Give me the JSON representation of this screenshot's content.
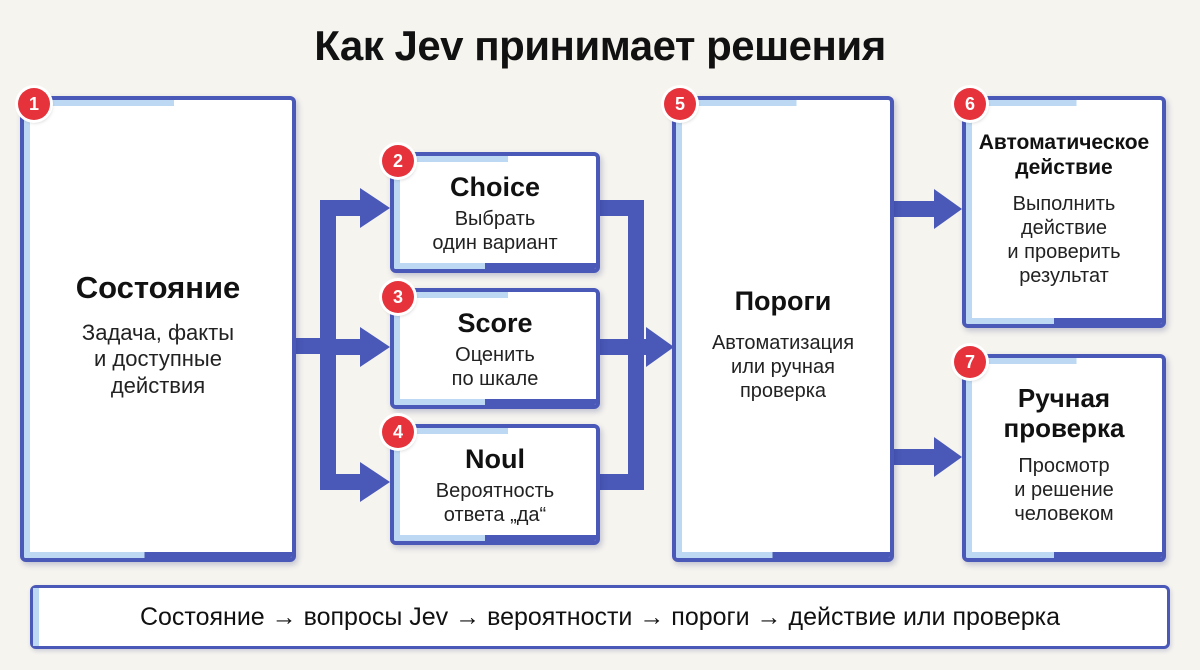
{
  "title": "Как Jev принимает решения",
  "colors": {
    "accent": "#4a58b8",
    "light": "#bcd8f2",
    "badge": "#e5323b",
    "background": "#f6f4ef"
  },
  "nodes": [
    {
      "badge": "1",
      "title": "Состояние",
      "text": "Задача, факты\nи доступные\nдействия"
    },
    {
      "badge": "2",
      "title": "Choice",
      "text": "Выбрать\nодин вариант"
    },
    {
      "badge": "3",
      "title": "Score",
      "text": "Оценить\nпо шкале"
    },
    {
      "badge": "4",
      "title": "Noul",
      "text": "Вероятность\nответа „да“"
    },
    {
      "badge": "5",
      "title": "Пороги",
      "text": "Автоматизация\nили ручная\nпроверка"
    },
    {
      "badge": "6",
      "title": "Автоматическое\nдействие",
      "text": "Выполнить\nдействие\nи проверить\nрезультат"
    },
    {
      "badge": "7",
      "title": "Ручная\nпроверка",
      "text": "Просмотр\nи решение\nчеловеком"
    }
  ],
  "footer": "Состояние → вопросы Jev → вероятности → пороги → действие или проверка"
}
